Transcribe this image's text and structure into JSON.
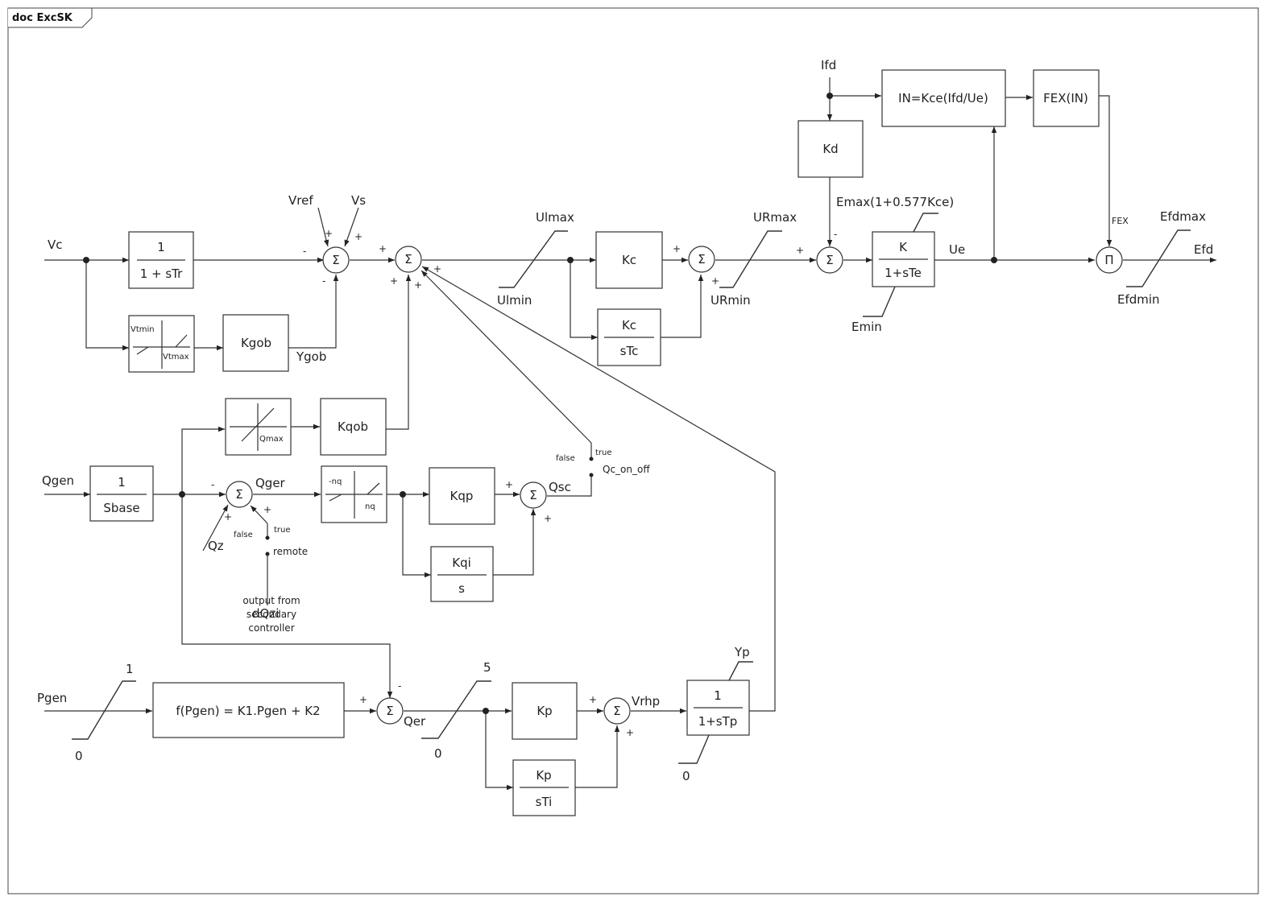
{
  "frame": {
    "title": "doc ExcSK"
  },
  "signals": {
    "vc": "Vc",
    "vref": "Vref",
    "vs": "Vs",
    "ygob": "Ygob",
    "qgen": "Qgen",
    "qger": "Qger",
    "qz": "Qz",
    "dqzi": "dQzi",
    "dqzi_note": [
      "output from",
      "secondary",
      "controller"
    ],
    "pgen": "Pgen",
    "qer": "Qer",
    "qsc": "Qsc",
    "vrhp": "Vrhp",
    "yp": "Yp",
    "ifd": "Ifd",
    "ue": "Ue",
    "fex": "FEX",
    "efd": "Efd"
  },
  "blocks": {
    "tr": {
      "num": "1",
      "den": "1 +  sTr"
    },
    "vt_deadband": {
      "min": "Vtmin",
      "max": "Vtmax"
    },
    "kgob": "Kgob",
    "kc": "Kc",
    "kc_int": {
      "num": "Kc",
      "den": "sTc"
    },
    "kd": "Kd",
    "te": {
      "num": "K",
      "den": "1+sTe"
    },
    "in_calc": "IN=Kce(Ifd/Ue)",
    "fex_func": "FEX(IN)",
    "sbase": {
      "num": "1",
      "den": "Sbase"
    },
    "q_limit": {
      "label": "Qmax"
    },
    "kqob": "Kqob",
    "nq_deadband": {
      "min": "-nq",
      "max": "nq"
    },
    "kqp": "Kqp",
    "kqi": {
      "num": "Kqi",
      "den": "s"
    },
    "fpgen": "f(Pgen) = K1.Pgen + K2",
    "kp": "Kp",
    "kp_int": {
      "num": "Kp",
      "den": "sTi"
    },
    "tp": {
      "num": "1",
      "den": "1+sTp"
    },
    "product": "Π"
  },
  "limits": {
    "ulmax": "Ulmax",
    "ulmin": "Ulmin",
    "urmax": "URmax",
    "urmin": "URmin",
    "emax": "Emax(1+0.577Kce)",
    "emin": "Emin",
    "efdmax": "Efdmax",
    "efdmin": "Efdmin",
    "pgen_max": "1",
    "pgen_min": "0",
    "qer_max": "5",
    "qer_min": "0",
    "yp_min": "0"
  },
  "switches": {
    "remote": {
      "name": "remote",
      "false": "false",
      "true": "true"
    },
    "qc_on_off": {
      "name": "Qc_on_off",
      "false": "false",
      "true": "true"
    }
  },
  "signs": {
    "plus": "+",
    "minus": "-",
    "sigma": "Σ"
  }
}
